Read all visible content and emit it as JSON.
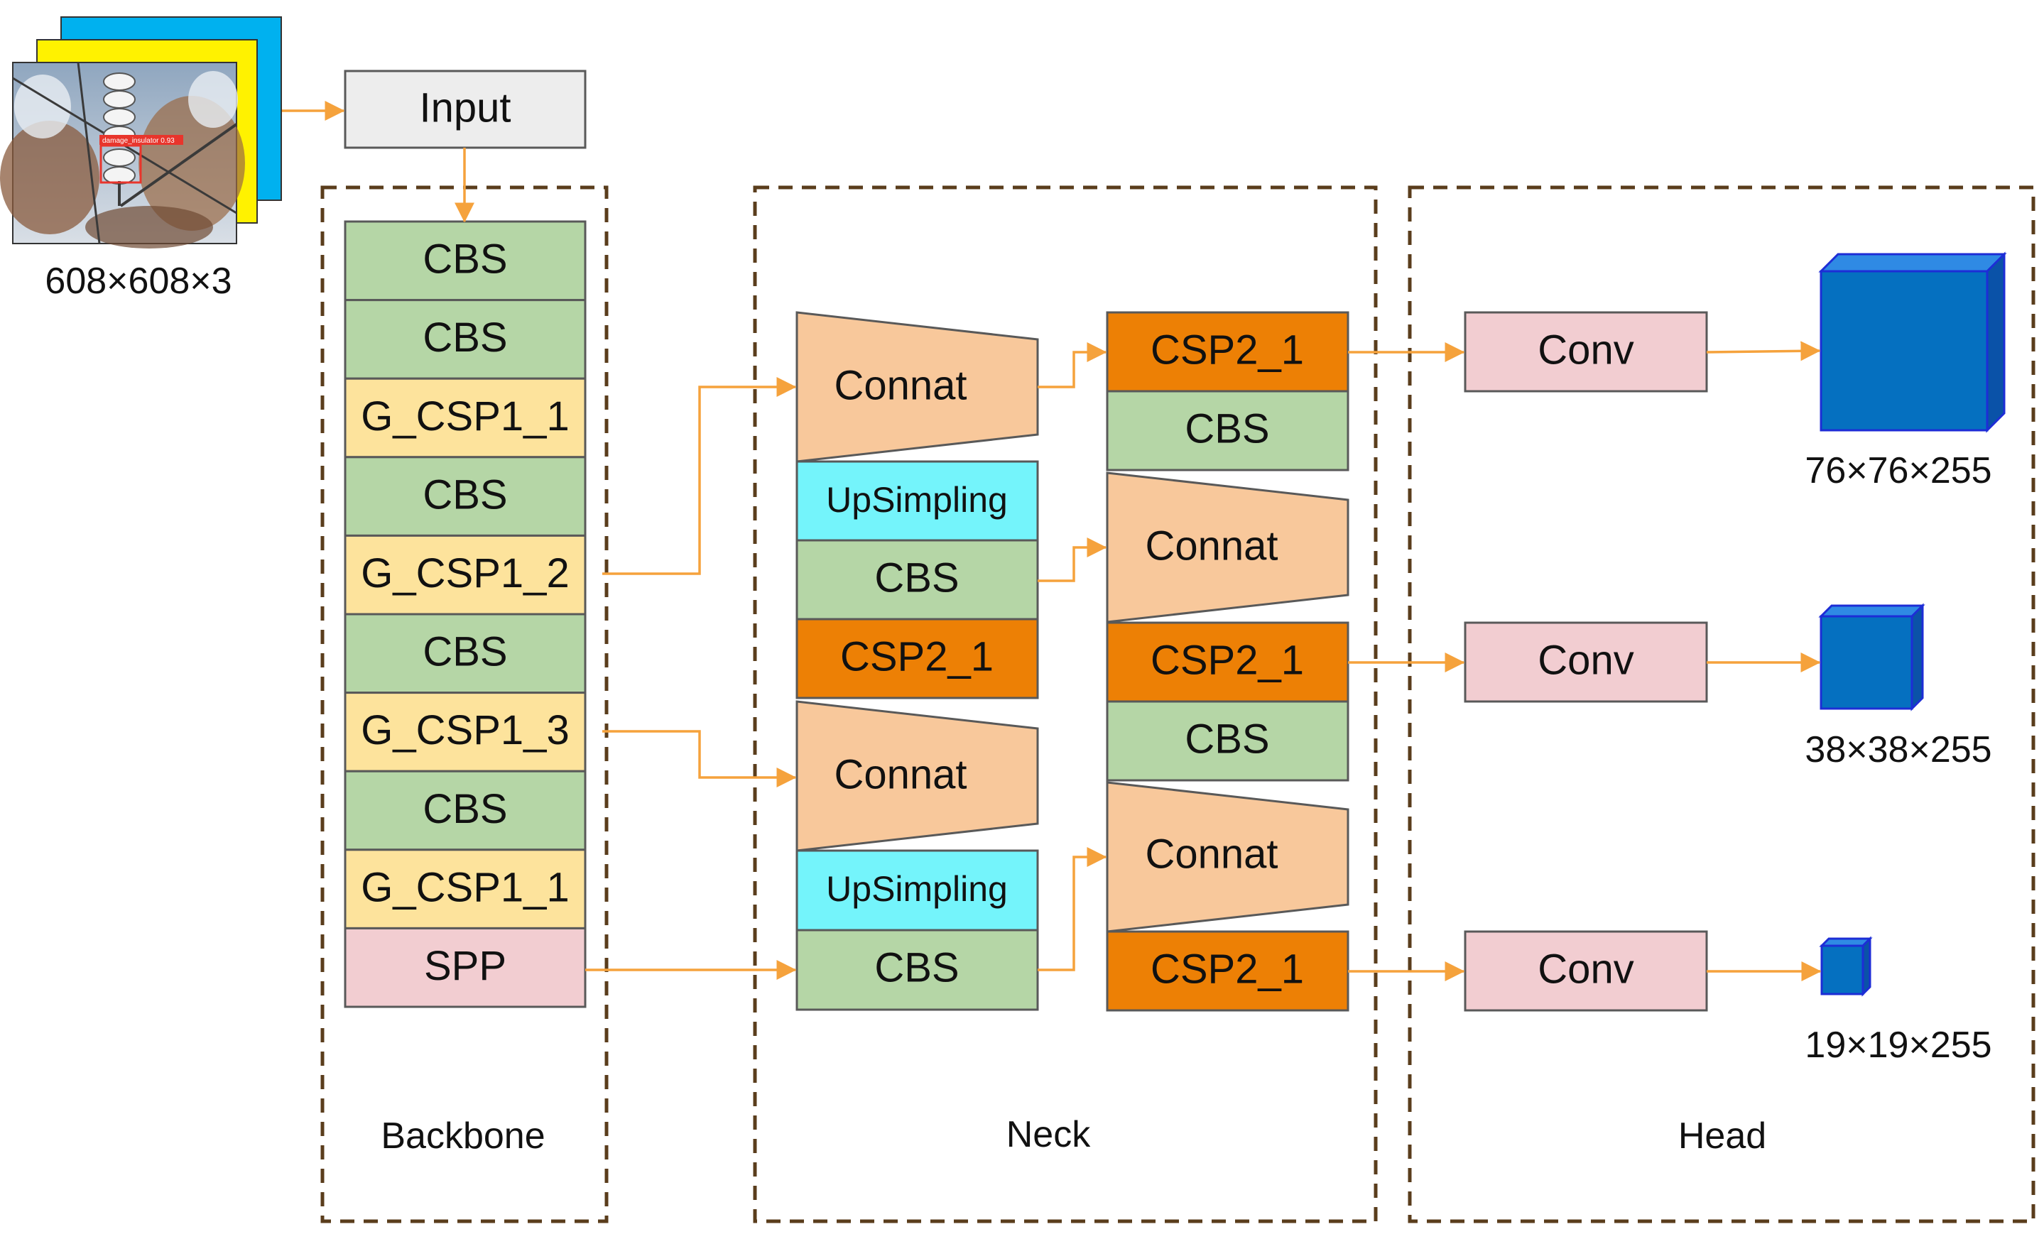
{
  "colors": {
    "cbs": "#b5d6a6",
    "gcsp": "#fde39c",
    "spp": "#f2cdd1",
    "connat": "#f8c89b",
    "upsample": "#74f4fb",
    "csp2": "#ed8005",
    "conv": "#f2cdd1",
    "input": "#ededed",
    "cube_front": "#0570c0",
    "cube_top": "#2f8ae4",
    "cube_side": "#0a52a8",
    "cube_edge": "#1d2dd6",
    "arrow": "#f5a23c",
    "frame": "#5a3d1c"
  },
  "input": {
    "image_label": "608×608×3",
    "detection_label": "damage_insulator  0.93",
    "block_label": "Input"
  },
  "backbone": {
    "title": "Backbone",
    "blocks": [
      "CBS",
      "CBS",
      "G_CSP1_1",
      "CBS",
      "G_CSP1_2",
      "CBS",
      "G_CSP1_3",
      "CBS",
      "G_CSP1_1",
      "SPP"
    ]
  },
  "neck": {
    "title": "Neck",
    "left_column": {
      "connat_top": "Connat",
      "up1": "UpSimpling",
      "cbs1": "CBS",
      "csp_mid": "CSP2_1",
      "connat_bottom": "Connat",
      "up2": "UpSimpling",
      "cbs2": "CBS"
    },
    "right_column": {
      "csp_top": "CSP2_1",
      "cbs_top": "CBS",
      "connat_mid": "Connat",
      "csp_mid": "CSP2_1",
      "cbs_mid": "CBS",
      "connat_bottom": "Connat",
      "csp_bottom": "CSP2_1"
    }
  },
  "head": {
    "title": "Head",
    "convs": [
      "Conv",
      "Conv",
      "Conv"
    ],
    "outputs": [
      "76×76×255",
      "38×38×255",
      "19×19×255"
    ]
  }
}
